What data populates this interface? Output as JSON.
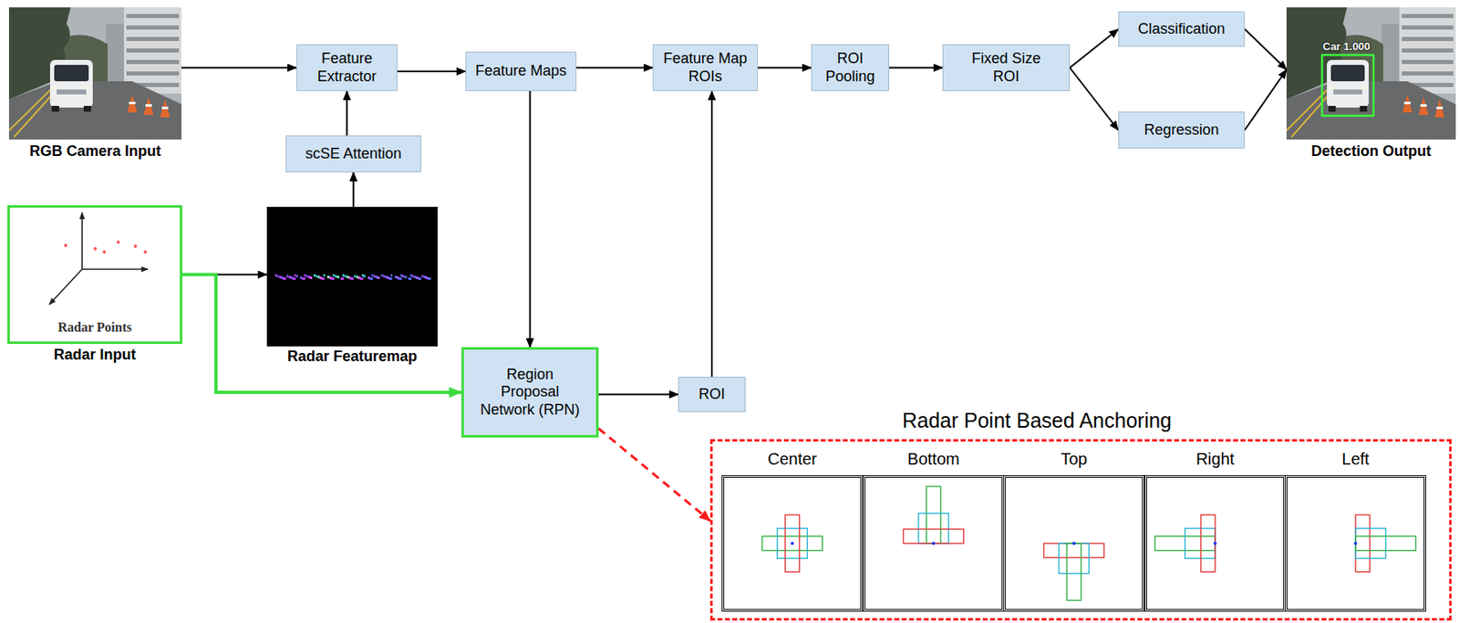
{
  "diagram": {
    "nodes": [
      {
        "text": [
          "RGB Camera Input"
        ]
      },
      {
        "text": [
          "Feature Extractor"
        ]
      },
      {
        "text": [
          "Feature Maps"
        ]
      },
      {
        "text": [
          "Feature Map ROIs"
        ]
      },
      {
        "text": [
          "ROI Pooling"
        ]
      },
      {
        "text": [
          "Fixed Size ROI"
        ]
      },
      {
        "text": [
          "Classification"
        ]
      },
      {
        "text": [
          "Regression"
        ]
      },
      {
        "text": [
          "Car 1.000",
          "Detection Output"
        ]
      },
      {
        "text": [
          "scSE Attention"
        ]
      },
      {
        "text": [
          "Radar Points",
          "Radar Input"
        ]
      },
      {
        "text": [
          "Radar Featuremap"
        ]
      },
      {
        "text": [
          "Region Proposal Network (RPN)"
        ]
      },
      {
        "text": [
          "ROI"
        ]
      },
      {
        "text": [
          "Radar Point Based Anchoring"
        ]
      },
      {
        "text": [
          "Center"
        ],
        "in": 14
      },
      {
        "text": [
          "Bottom"
        ],
        "in": 14
      },
      {
        "text": [
          "Top"
        ],
        "in": 14
      },
      {
        "text": [
          "Right"
        ],
        "in": 14
      },
      {
        "text": [
          "Left"
        ],
        "in": 14
      }
    ],
    "edges": [
      {
        "from": 0,
        "to": 1,
        "arrow": "to"
      },
      {
        "from": 9,
        "to": 1,
        "arrow": "to"
      },
      {
        "from": 11,
        "to": 9,
        "arrow": "to"
      },
      {
        "from": 1,
        "to": 2,
        "arrow": "to"
      },
      {
        "from": 2,
        "to": 3,
        "arrow": "to"
      },
      {
        "from": 2,
        "to": 12,
        "arrow": "to"
      },
      {
        "from": 10,
        "to": 11,
        "arrow": "to"
      },
      {
        "from": 10,
        "to": 12,
        "arrow": "to"
      },
      {
        "from": 12,
        "to": 13,
        "arrow": "to"
      },
      {
        "from": 13,
        "to": 3,
        "arrow": "to"
      },
      {
        "from": 3,
        "to": 4,
        "arrow": "to"
      },
      {
        "from": 4,
        "to": 5,
        "arrow": "to"
      },
      {
        "from": 5,
        "to": 6,
        "arrow": "to"
      },
      {
        "from": 5,
        "to": 7,
        "arrow": "to"
      },
      {
        "from": 6,
        "to": 8,
        "arrow": "to"
      },
      {
        "from": 7,
        "to": 8,
        "arrow": "to"
      },
      {
        "from": 12,
        "to": 14,
        "arrow": "to"
      }
    ]
  }
}
